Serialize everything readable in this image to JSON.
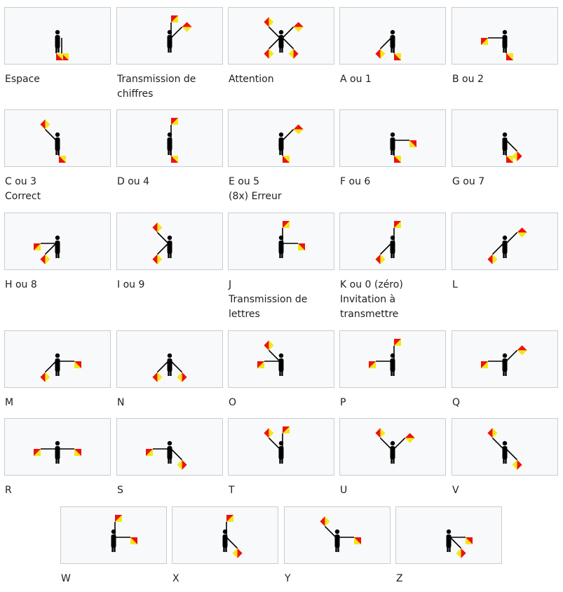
{
  "colors": {
    "red": "#ee1111",
    "yellow": "#f5e619",
    "figure": "#000000",
    "panel": "#f8f9fa",
    "border": "#c8ccd1"
  },
  "items": [
    {
      "lines": [
        "Espace"
      ],
      "flags": [
        [
          "d",
          4
        ],
        [
          "d",
          -4
        ]
      ]
    },
    {
      "lines": [
        "Transmission de",
        "chiffres"
      ],
      "flags": [
        [
          "u",
          0
        ],
        [
          "ur",
          0
        ]
      ]
    },
    {
      "lines": [
        "Attention"
      ],
      "flags": [
        [
          "ul",
          0
        ],
        [
          "ur",
          0
        ],
        [
          "dl",
          0
        ],
        [
          "dr",
          0
        ]
      ]
    },
    {
      "lines": [
        "A ou 1"
      ],
      "flags": [
        [
          "dl",
          0
        ],
        [
          "d",
          0
        ]
      ]
    },
    {
      "lines": [
        "B ou 2"
      ],
      "flags": [
        [
          "l",
          0
        ],
        [
          "d",
          0
        ]
      ]
    },
    {
      "lines": [
        "C ou 3",
        "Correct"
      ],
      "flags": [
        [
          "ul",
          0
        ],
        [
          "d",
          0
        ]
      ]
    },
    {
      "lines": [
        "D ou 4"
      ],
      "flags": [
        [
          "u",
          0
        ],
        [
          "d",
          0
        ]
      ]
    },
    {
      "lines": [
        "E ou 5",
        "(8x) Erreur"
      ],
      "flags": [
        [
          "d",
          0
        ],
        [
          "ur",
          0
        ]
      ]
    },
    {
      "lines": [
        "F ou 6"
      ],
      "flags": [
        [
          "d",
          0
        ],
        [
          "r",
          0
        ]
      ]
    },
    {
      "lines": [
        "G ou 7"
      ],
      "flags": [
        [
          "d",
          0
        ],
        [
          "dr",
          0
        ]
      ]
    },
    {
      "lines": [
        "H ou 8"
      ],
      "flags": [
        [
          "l",
          0
        ],
        [
          "dl",
          0
        ]
      ]
    },
    {
      "lines": [
        "I ou 9"
      ],
      "flags": [
        [
          "ul",
          0
        ],
        [
          "dl",
          0
        ]
      ]
    },
    {
      "lines": [
        "J",
        "Transmission de",
        "lettres"
      ],
      "flags": [
        [
          "u",
          0
        ],
        [
          "r",
          0
        ]
      ]
    },
    {
      "lines": [
        "K ou 0 (zéro)",
        "Invitation à",
        "transmettre"
      ],
      "flags": [
        [
          "dl",
          0
        ],
        [
          "u",
          0
        ]
      ]
    },
    {
      "lines": [
        "L"
      ],
      "flags": [
        [
          "dl",
          0
        ],
        [
          "ur",
          0
        ]
      ]
    },
    {
      "lines": [
        "M"
      ],
      "flags": [
        [
          "dl",
          0
        ],
        [
          "r",
          0
        ]
      ]
    },
    {
      "lines": [
        "N"
      ],
      "flags": [
        [
          "dl",
          0
        ],
        [
          "dr",
          0
        ]
      ]
    },
    {
      "lines": [
        "O"
      ],
      "flags": [
        [
          "l",
          0
        ],
        [
          "ul",
          0
        ]
      ]
    },
    {
      "lines": [
        "P"
      ],
      "flags": [
        [
          "l",
          0
        ],
        [
          "u",
          0
        ]
      ]
    },
    {
      "lines": [
        "Q"
      ],
      "flags": [
        [
          "l",
          0
        ],
        [
          "ur",
          0
        ]
      ]
    },
    {
      "lines": [
        "R"
      ],
      "flags": [
        [
          "l",
          0
        ],
        [
          "r",
          0
        ]
      ]
    },
    {
      "lines": [
        "S"
      ],
      "flags": [
        [
          "l",
          0
        ],
        [
          "dr",
          0
        ]
      ]
    },
    {
      "lines": [
        "T"
      ],
      "flags": [
        [
          "ul",
          0
        ],
        [
          "u",
          0
        ]
      ]
    },
    {
      "lines": [
        "U"
      ],
      "flags": [
        [
          "ul",
          0
        ],
        [
          "ur",
          0
        ]
      ]
    },
    {
      "lines": [
        "V"
      ],
      "flags": [
        [
          "ul",
          0
        ],
        [
          "dr",
          0
        ]
      ]
    },
    {
      "lines": [
        "W"
      ],
      "flags": [
        [
          "u",
          0
        ],
        [
          "r",
          0
        ]
      ]
    },
    {
      "lines": [
        "X"
      ],
      "flags": [
        [
          "u",
          0
        ],
        [
          "dr",
          0
        ]
      ]
    },
    {
      "lines": [
        "Y"
      ],
      "flags": [
        [
          "ul",
          0
        ],
        [
          "r",
          0
        ]
      ]
    },
    {
      "lines": [
        "Z"
      ],
      "flags": [
        [
          "r",
          0
        ],
        [
          "dr",
          0
        ]
      ]
    }
  ]
}
